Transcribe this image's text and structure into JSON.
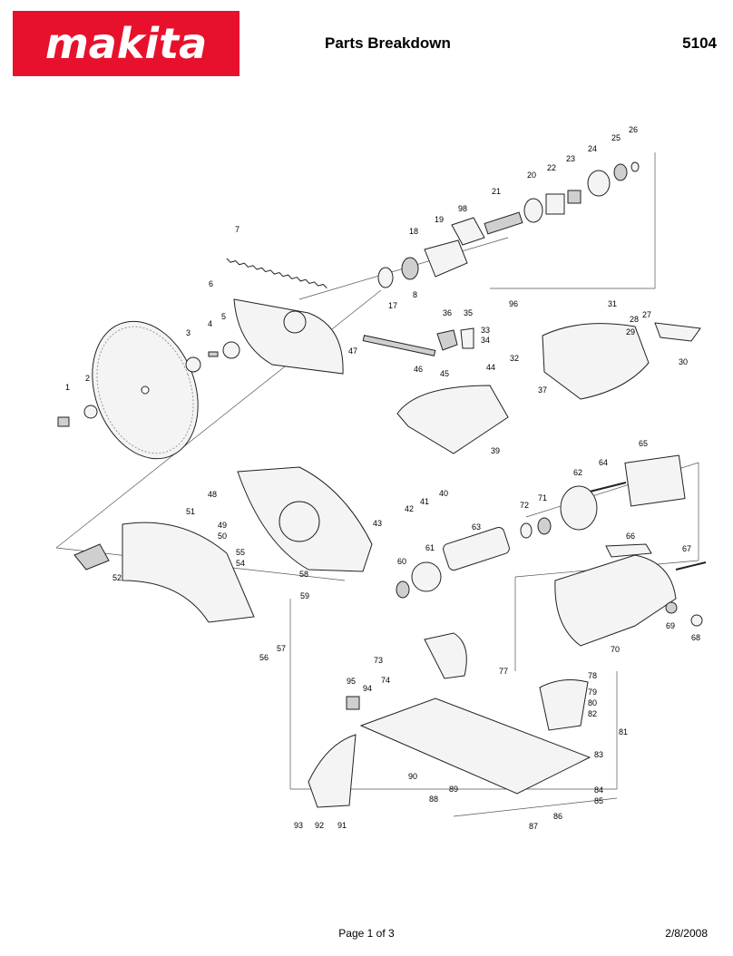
{
  "header": {
    "brand": "makita",
    "title": "Parts Breakdown",
    "model": "5104",
    "brand_color": "#e8112d"
  },
  "diagram": {
    "callouts": [
      "1",
      "2",
      "3",
      "4",
      "5",
      "6",
      "7",
      "8",
      "17",
      "18",
      "19",
      "98",
      "21",
      "20",
      "22",
      "23",
      "24",
      "25",
      "26",
      "96",
      "31",
      "36",
      "35",
      "33",
      "34",
      "28",
      "27",
      "29",
      "32",
      "30",
      "47",
      "46",
      "45",
      "44",
      "37",
      "39",
      "48",
      "65",
      "64",
      "62",
      "40",
      "41",
      "42",
      "43",
      "72",
      "71",
      "63",
      "51",
      "49",
      "50",
      "55",
      "54",
      "58",
      "59",
      "61",
      "60",
      "66",
      "67",
      "52",
      "56",
      "57",
      "69",
      "68",
      "70",
      "73",
      "74",
      "95",
      "94",
      "77",
      "78",
      "79",
      "80",
      "82",
      "81",
      "83",
      "90",
      "89",
      "88",
      "84",
      "85",
      "86",
      "87",
      "93",
      "92",
      "91"
    ]
  },
  "footer": {
    "page": "Page 1 of 3",
    "date": "2/8/2008"
  }
}
